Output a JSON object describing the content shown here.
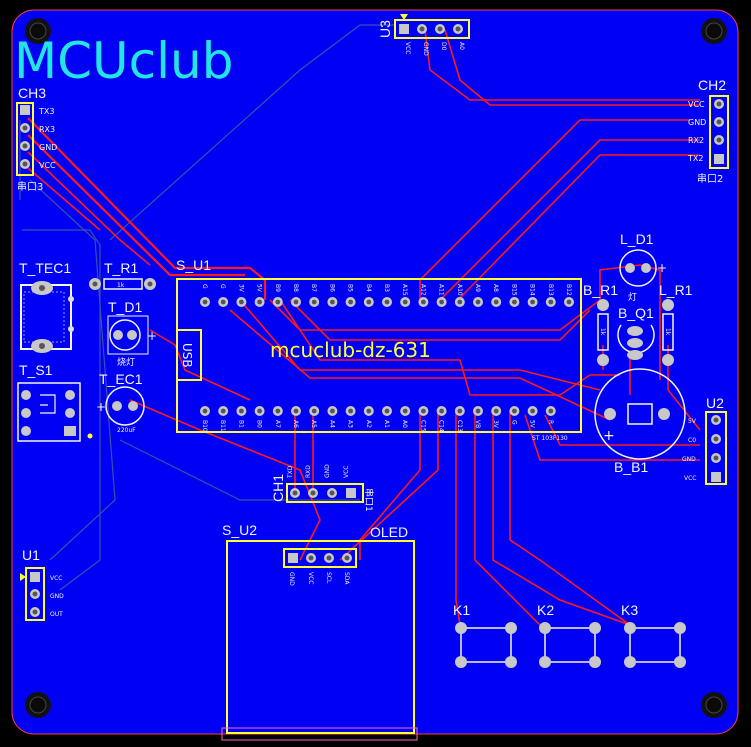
{
  "logo": "MCUclub",
  "board_label": "mcuclub-dz-631",
  "usb_label": "USB",
  "oled_label": "OLED",
  "refs": {
    "ch3": "CH3",
    "ch2": "CH2",
    "ch1": "CH1",
    "u3": "U3",
    "u1": "U1",
    "u2": "U2",
    "t_tec1": "T_TEC1",
    "t_r1": "T_R1",
    "t_d1": "T_D1",
    "t_s1": "T_S1",
    "t_ec1": "T_EC1",
    "s_u1": "S_U1",
    "s_u2": "S_U2",
    "l_d1": "L_D1",
    "b_r1": "B_R1",
    "l_r1": "L_R1",
    "b_q1": "B_Q1",
    "b_b1": "B_B1",
    "k1": "K1",
    "k2": "K2",
    "k3": "K3"
  },
  "ch3_pins": [
    "TX3",
    "RX3",
    "GND",
    "VCC"
  ],
  "ch3_sub": "串口3",
  "ch2_pins": [
    "VCC",
    "GND",
    "RX2",
    "TX2"
  ],
  "ch2_sub": "串口2",
  "ch1_pins": [
    "TXD",
    "RXD",
    "GND",
    "VCC"
  ],
  "ch1_sub": "串口1",
  "u3_pins": [
    "VCC",
    "GND",
    "D0",
    "A0"
  ],
  "u1_pins": [
    "VCC",
    "GND",
    "OUT"
  ],
  "u2_pins": [
    "5V",
    "C0",
    "GND",
    "VCC"
  ],
  "oled_pins": [
    "GND",
    "VCC",
    "SCL",
    "SDA"
  ],
  "s_u1_top_pins": [
    "G",
    "G",
    "3V",
    "5V",
    "B9",
    "B8",
    "B7",
    "B6",
    "B5",
    "B4",
    "B3",
    "A15",
    "A12",
    "A11",
    "A10",
    "A9",
    "A8",
    "B15",
    "B14",
    "B13",
    "B12"
  ],
  "s_u1_bottom_pins": [
    "B10",
    "B11",
    "B1",
    "B0",
    "A7",
    "A6",
    "A5",
    "A4",
    "A3",
    "A2",
    "A1",
    "A0",
    "C15",
    "C14",
    "C13",
    "VB",
    "3V",
    "G",
    "5V",
    "R"
  ],
  "s_u1_note": "ST 103F130",
  "t_r1_value": "1k",
  "b_r1_value": "1k",
  "l_r1_value": "1k",
  "t_d1_sub": "烧灯",
  "l_d1_sub": "灯",
  "t_ec1_value": "220uF",
  "colors": {
    "board": "#0000f5",
    "silk": "#f5f5f5",
    "outline": "#ffff33",
    "trace": "#ff1a1a",
    "logo": "#22e6e6",
    "pad": "#c8c8c8"
  }
}
